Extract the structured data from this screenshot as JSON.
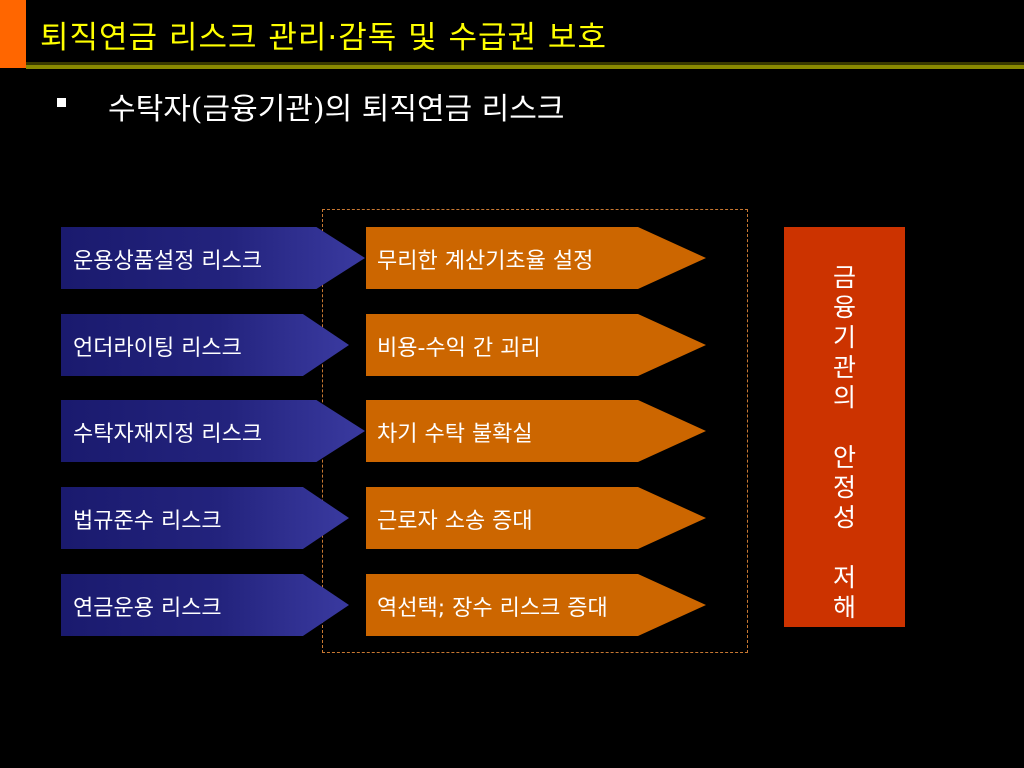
{
  "title": "퇴직연금 리스크 관리·감독 및 수급권 보호",
  "colors": {
    "title_text": "#ffff00",
    "title_accent": "#ff6600",
    "risk_box": "#23237d",
    "effect_box": "#cc6600",
    "result_box": "#cc3300",
    "dashed_frame": "#c87832"
  },
  "bullet": {
    "icon": "square-bullet-icon",
    "text": "수탁자(금융기관)의  퇴직연금 리스크"
  },
  "risks": [
    {
      "risk": "운용상품설정 리스크",
      "effect": "무리한 계산기초율 설정"
    },
    {
      "risk": "언더라이팅 리스크",
      "effect": "비용-수익 간 괴리"
    },
    {
      "risk": "수탁자재지정 리스크",
      "effect": "차기 수탁 불확실"
    },
    {
      "risk": "법규준수 리스크",
      "effect": "근로자 소송 증대"
    },
    {
      "risk": "연금운용 리스크",
      "effect": "역선택; 장수 리스크 증대"
    }
  ],
  "result": {
    "lines": [
      "금",
      "융",
      "기",
      "관",
      "의",
      "",
      "안",
      "정",
      "성",
      "",
      "저",
      "해"
    ]
  }
}
